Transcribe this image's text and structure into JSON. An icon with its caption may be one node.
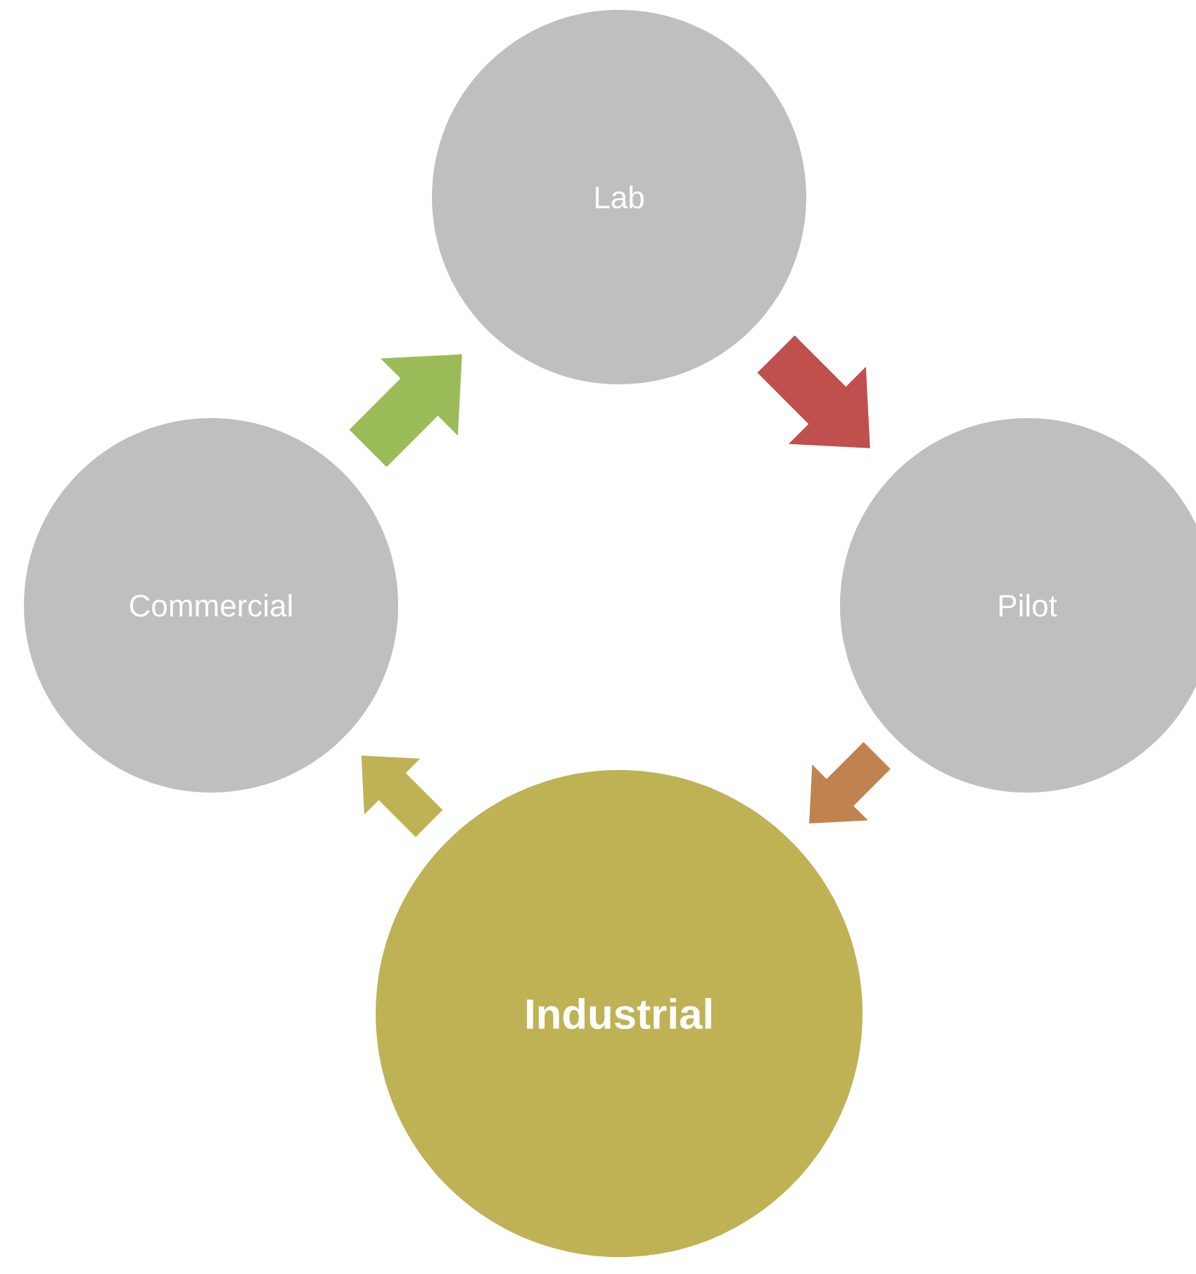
{
  "diagram": {
    "nodes": [
      {
        "text": [
          "Lab"
        ]
      },
      {
        "text": [
          "Pilot"
        ]
      },
      {
        "text": [
          "Industrial"
        ]
      },
      {
        "text": [
          "Commercial"
        ]
      }
    ],
    "edges": [
      {
        "from": 0,
        "to": 1,
        "arrow": "to",
        "color": "#c0504d"
      },
      {
        "from": 1,
        "to": 2,
        "arrow": "to",
        "color": "#c0834f"
      },
      {
        "from": 2,
        "to": 3,
        "arrow": "to",
        "color": "#bfb255"
      },
      {
        "from": 3,
        "to": 0,
        "arrow": "to",
        "color": "#9bbb59"
      }
    ]
  }
}
